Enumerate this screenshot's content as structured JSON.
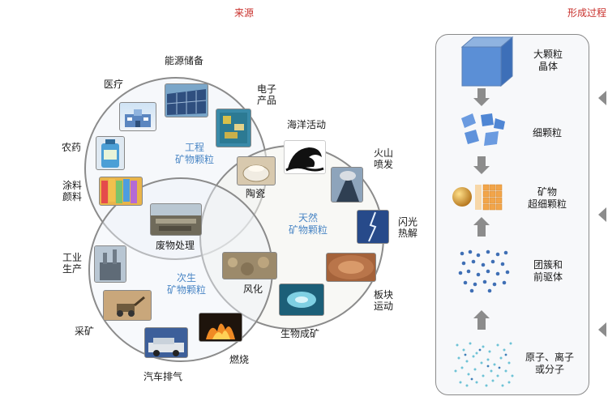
{
  "headers": {
    "sources": "来源",
    "formation": "形成过程"
  },
  "circles": {
    "engineered": [
      "工程",
      "矿物颗粒"
    ],
    "natural": [
      "天然",
      "矿物颗粒"
    ],
    "secondary": [
      "次生",
      "矿物颗粒"
    ]
  },
  "labels": {
    "energy_storage": "能源储备",
    "medical": "医疗",
    "electronics": [
      "电子",
      "产品"
    ],
    "pesticide": "农药",
    "coating": [
      "涂料",
      "颜料"
    ],
    "ceramics": "陶瓷",
    "waste_treatment": "废物处理",
    "ocean_activity": "海洋活动",
    "volcano": [
      "火山",
      "喷发"
    ],
    "lightning": [
      "闪光",
      "热解"
    ],
    "plate_movement": [
      "板块",
      "运动"
    ],
    "weathering": "风化",
    "biomineralization": "生物成矿",
    "industrial": [
      "工业",
      "生产"
    ],
    "mining": "采矿",
    "combustion": "燃烧",
    "vehicle_exhaust": "汽车排气"
  },
  "formation": {
    "steps": [
      {
        "label": [
          "大颗粒",
          "晶体"
        ]
      },
      {
        "label": [
          "细颗粒"
        ]
      },
      {
        "label": [
          "矿物",
          "超细颗粒"
        ]
      },
      {
        "label": [
          "团簇和",
          "前驱体"
        ]
      },
      {
        "label": [
          "原子、离子",
          "或分子"
        ]
      }
    ]
  }
}
